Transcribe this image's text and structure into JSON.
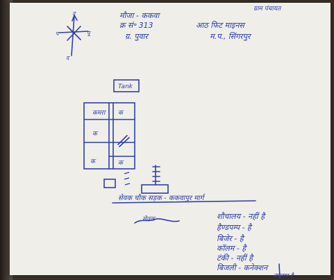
{
  "header": {
    "top_right": "ग्राम पंचायत"
  },
  "details": {
    "line1_left": "मौजा - ककवा",
    "line2_left": "क्र सं॰ 313",
    "line2_right": "आठ फिट माइनस",
    "line3_left": "ग्र. पुवार",
    "line3_right": "म.प., सिंगरपुर"
  },
  "compass": {
    "north": "उ",
    "south": "द",
    "east": "पू",
    "west": "प"
  },
  "plan": {
    "top_box": "Tank",
    "room_labels": [
      "कमरा",
      "क",
      "क",
      "",
      "क",
      "क"
    ]
  },
  "road_label": "सेवक चौक सड़क - ककवापुर मार्ग",
  "signature_text": "सेवक",
  "facilities": [
    "शौचालय - नहीं है",
    "हैण्डपम्प - है",
    "बिजेर - है",
    "कॉलम - है",
    "टंकी - नहीं है",
    "बिजली - कनेक्शन",
    "उपलब्ध है"
  ],
  "colors": {
    "ink": "#2d3fa6",
    "paper": "#efeee9",
    "background": "#3a3128"
  }
}
